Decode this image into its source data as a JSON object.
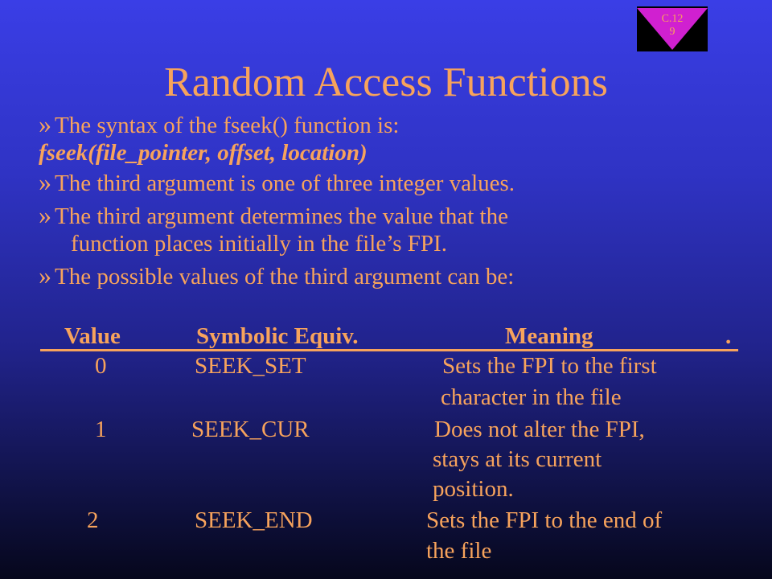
{
  "badge": {
    "text_line1": "C.12",
    "text_line2": "9"
  },
  "title": "Random Access Functions",
  "bullet_glyph": "»",
  "lines": {
    "l1": "The syntax of the fseek() function is:",
    "l2": "fseek(file_pointer, offset, location)",
    "l3": "The third argument is one of three integer values.",
    "l4a": "The third argument determines the value that the",
    "l4b": "function places initially in the file’s FPI.",
    "l5": "The possible values of the third argument can be:"
  },
  "table": {
    "headers": {
      "value": "Value",
      "symbolic": "Symbolic Equiv.",
      "meaning": "Meaning",
      "dot": "."
    },
    "rows": [
      {
        "value": "0",
        "symbolic": "SEEK_SET",
        "meaning_1": "Sets the FPI to the first",
        "meaning_2": "character in the file",
        "meaning_3": ""
      },
      {
        "value": "1",
        "symbolic": "SEEK_CUR",
        "meaning_1": "Does not alter the FPI,",
        "meaning_2": "stays at its current",
        "meaning_3": "position."
      },
      {
        "value": "2",
        "symbolic": "SEEK_END",
        "meaning_1": "Sets the FPI to the end of",
        "meaning_2": "the file",
        "meaning_3": ""
      }
    ]
  },
  "colors": {
    "text": "#f7a35c",
    "badge_triangle": "#d020d0",
    "badge_bg": "#000000"
  }
}
